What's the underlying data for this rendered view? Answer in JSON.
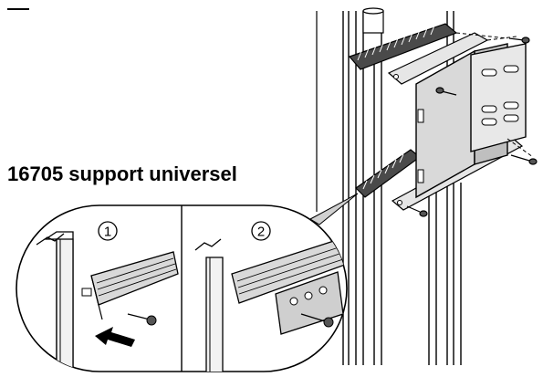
{
  "caption": "16705 support universel",
  "steps": [
    {
      "number": "1"
    },
    {
      "number": "2"
    }
  ],
  "colors": {
    "line": "#000000",
    "metal_fill": "#d9d9d9",
    "background": "#ffffff"
  }
}
